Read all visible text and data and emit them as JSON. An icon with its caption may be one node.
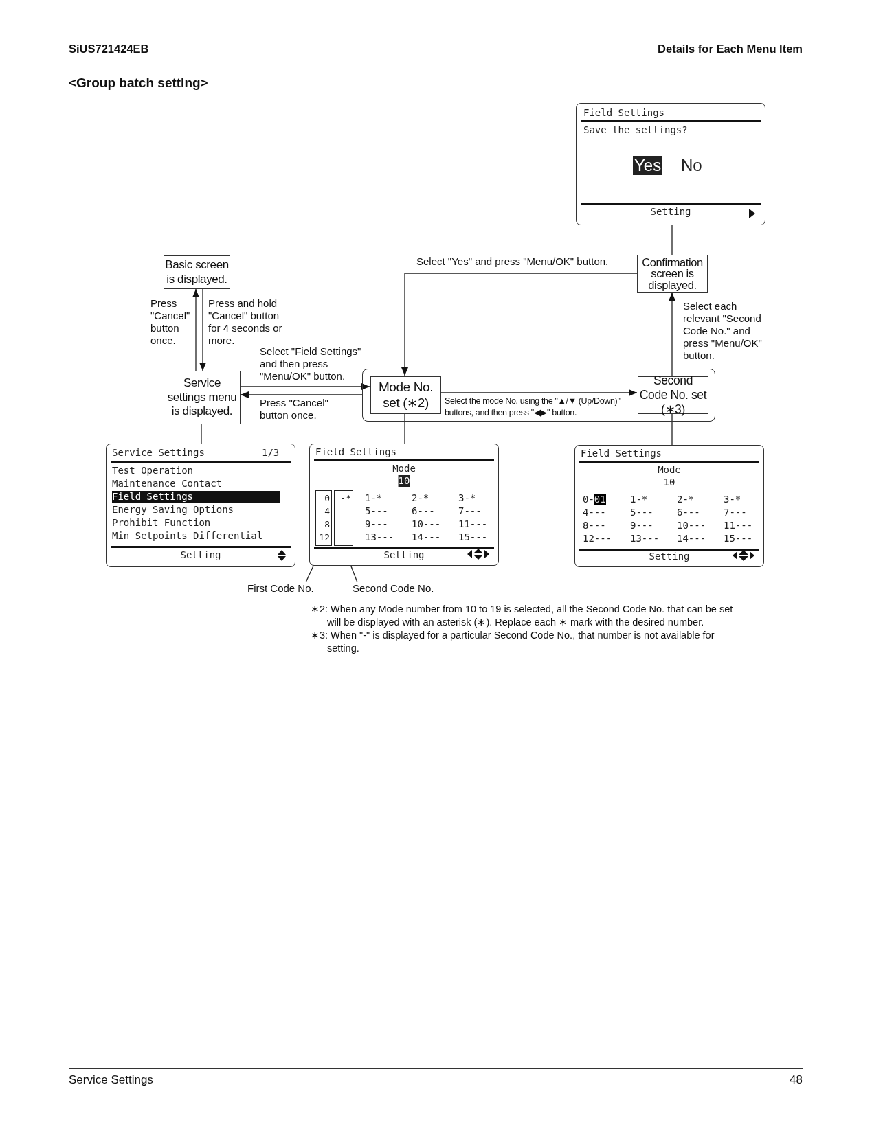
{
  "diagram": {
    "title": "<Group batch setting>",
    "nodes": [
      {
        "text": [
          "Field Settings",
          "Save the settings?",
          "Yes",
          "No",
          "Setting"
        ]
      },
      {
        "text": [
          "Basic screen is displayed."
        ]
      },
      {
        "text": [
          "Confirmation screen is displayed."
        ]
      },
      {
        "text": [
          "Service settings menu is displayed."
        ]
      },
      {
        "text": [],
        "shape": "box"
      },
      {
        "text": [
          "Mode No. set (∗2)"
        ],
        "in": 4
      },
      {
        "text": [
          "Second Code No. set (∗3)"
        ],
        "in": 4
      },
      {
        "text": [
          "Service Settings",
          "1/3",
          "Test Operation",
          "Maintenance Contact",
          "Field Settings",
          "Energy Saving Options",
          "Prohibit Function",
          "Min Setpoints Differential",
          "Setting"
        ]
      },
      {
        "text": [
          "Field Settings",
          "Mode",
          "10",
          "1-*",
          "2-*",
          "3-*",
          "5---",
          "6---",
          "7---",
          "9---",
          "10---",
          "11---",
          "13---",
          "14---",
          "15---",
          "Setting"
        ]
      },
      {
        "text": [
          "0",
          "4",
          "8",
          "12"
        ],
        "in": 8
      },
      {
        "text": [
          "-*",
          "---",
          "---",
          "---"
        ],
        "in": 8
      },
      {
        "text": [
          "Field Settings",
          "Mode",
          "10",
          "0-01",
          "1-*",
          "2-*",
          "3-*",
          "4---",
          "5---",
          "6---",
          "7---",
          "8---",
          "9---",
          "10---",
          "11---",
          "12---",
          "13---",
          "14---",
          "15---",
          "Setting"
        ]
      },
      {
        "text": [
          "First Code No."
        ]
      },
      {
        "text": [
          "Second Code No."
        ]
      }
    ],
    "edges": [
      {
        "from": 3,
        "to": 1,
        "arrow": "to",
        "label": "Press \"Cancel\" button once."
      },
      {
        "from": 1,
        "to": 3,
        "arrow": "to",
        "label": "Press and hold \"Cancel\" button for 4 seconds or more."
      },
      {
        "from": 3,
        "to": 5,
        "arrow": "to",
        "label": "Select \"Field Settings\" and then press \"Menu/OK\" button."
      },
      {
        "from": 4,
        "to": 3,
        "arrow": "to",
        "label": "Press \"Cancel\" button once."
      },
      {
        "from": 5,
        "to": 6,
        "arrow": "to",
        "label": "Select the mode No. using the \"▲/▼ (Up/Down)\" buttons, and then press \"◀▶\" button."
      },
      {
        "from": 6,
        "to": 2,
        "arrow": "to",
        "label": "Select each relevant \"Second Code No.\" and press \"Menu/OK\" button."
      },
      {
        "from": 2,
        "to": 5,
        "arrow": "to",
        "label": "Select \"Yes\" and press \"Menu/OK\" button."
      },
      {
        "from": 2,
        "to": 0,
        "arrow": "none"
      },
      {
        "from": 3,
        "to": 7,
        "arrow": "none"
      },
      {
        "from": 5,
        "to": 8,
        "arrow": "none"
      },
      {
        "from": 6,
        "to": 11,
        "arrow": "none"
      },
      {
        "from": 12,
        "to": 9,
        "arrow": "none"
      },
      {
        "from": 13,
        "to": 10,
        "arrow": "none"
      }
    ],
    "labels": [
      "SiUS721424EB",
      "Details for Each Menu Item",
      "∗2: When any Mode number from 10 to 19 is selected, all the Second Code No. that can be set will be displayed with an asterisk (∗). Replace each ∗ mark with the desired number.",
      "∗3: When \"-\" is displayed for a particular Second Code No., that number is not available for setting.",
      "Service Settings",
      "48"
    ]
  }
}
